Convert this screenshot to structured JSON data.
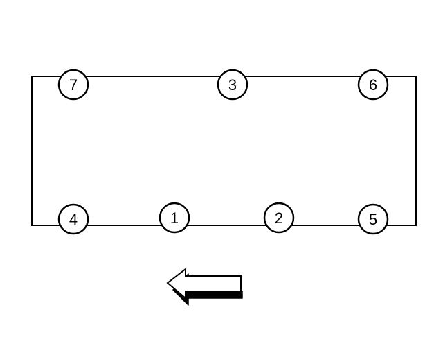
{
  "diagram": {
    "bolts": [
      {
        "id": "top-left",
        "label": "7"
      },
      {
        "id": "top-middle",
        "label": "3"
      },
      {
        "id": "top-right",
        "label": "6"
      },
      {
        "id": "bottom-far-left",
        "label": "4"
      },
      {
        "id": "bottom-left",
        "label": "1"
      },
      {
        "id": "bottom-right",
        "label": "2"
      },
      {
        "id": "bottom-far-right",
        "label": "5"
      }
    ],
    "arrow": {
      "direction": "left",
      "icon": "left-arrow-icon"
    },
    "colors": {
      "stroke": "#000000",
      "fill": "#ffffff"
    }
  }
}
